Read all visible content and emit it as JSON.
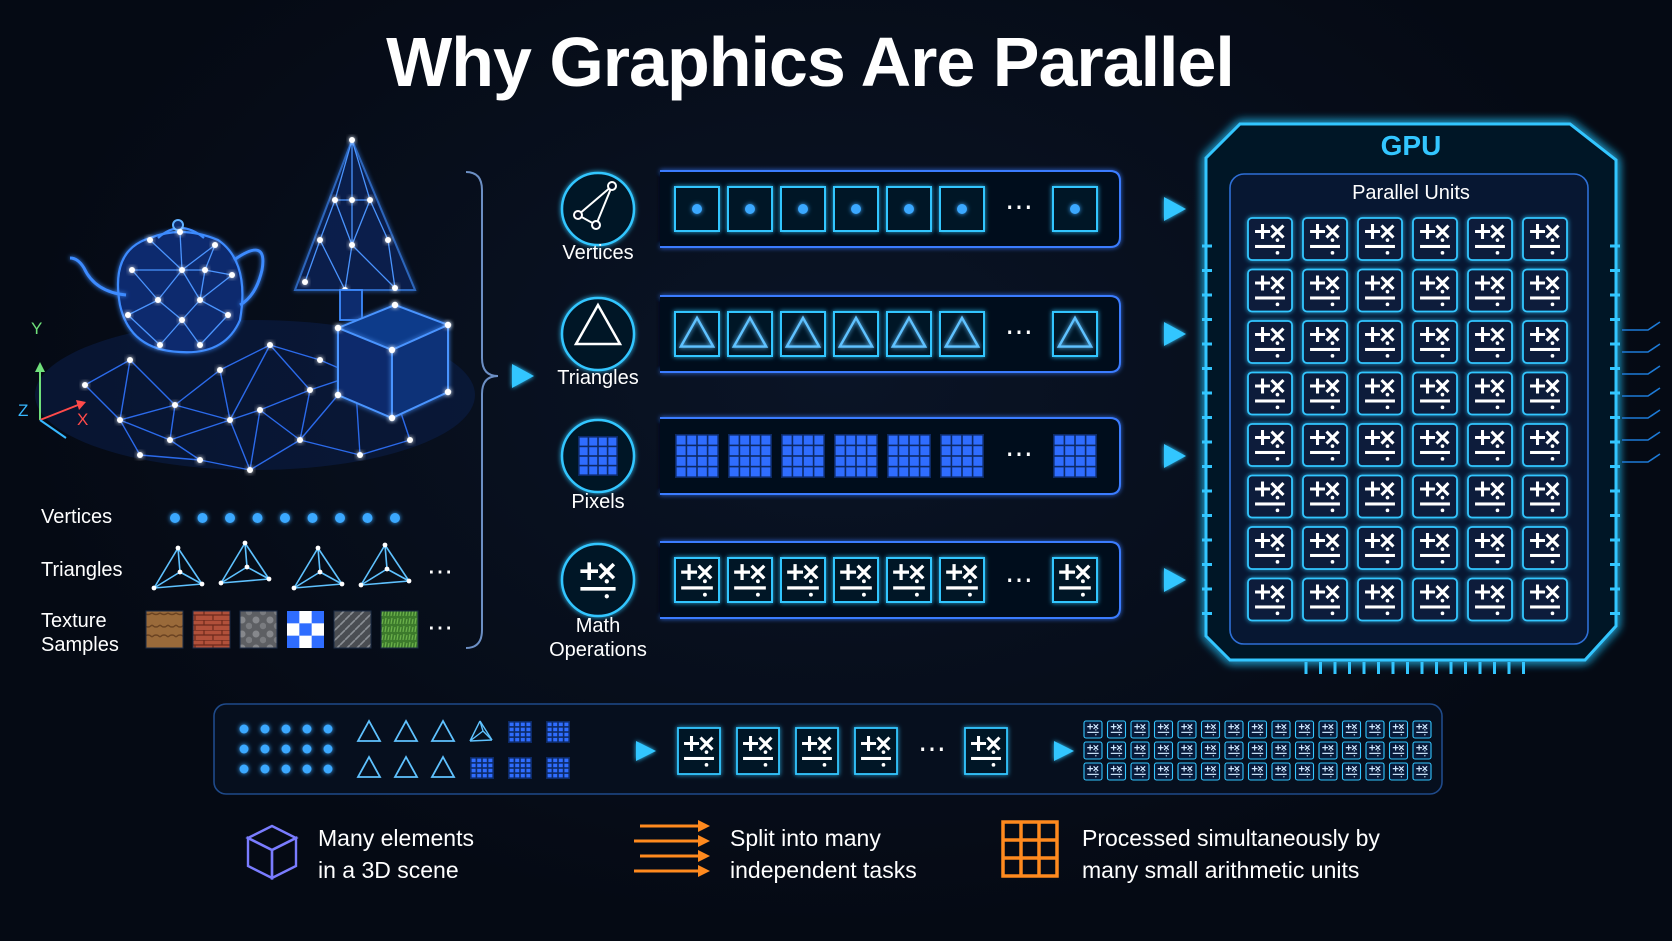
{
  "title": "Why Graphics Are Parallel",
  "scene": {
    "axis_labels": {
      "y": "Y",
      "z": "Z",
      "x": "X"
    },
    "rows": {
      "vertices": "Vertices",
      "triangles": "Triangles",
      "texture_line1": "Texture",
      "texture_line2": "Samples"
    },
    "ellipsis": "⋯"
  },
  "streams": [
    {
      "id": "vertices",
      "label_line1": "Vertices",
      "label_line2": ""
    },
    {
      "id": "triangles",
      "label_line1": "Triangles",
      "label_line2": ""
    },
    {
      "id": "pixels",
      "label_line1": "Pixels",
      "label_line2": ""
    },
    {
      "id": "math",
      "label_line1": "Math",
      "label_line2": "Operations"
    }
  ],
  "ellipsis": "⋯",
  "gpu": {
    "title": "GPU",
    "subtitle": "Parallel Units",
    "unit_symbols": {
      "top": "+ ×",
      "bottom": "− ÷"
    },
    "grid_rows": 8,
    "grid_cols": 6
  },
  "legend": [
    {
      "icon": "cube-icon",
      "line1": "Many elements",
      "line2": "in a 3D scene"
    },
    {
      "icon": "split-arrows-icon",
      "line1": "Split into many",
      "line2": "independent tasks"
    },
    {
      "icon": "grid-icon",
      "line1": "Processed simultaneously by",
      "line2": "many small arithmetic units"
    }
  ],
  "colors": {
    "accent": "#33c6ff",
    "line_blue": "#3a7cff",
    "pixel_blue": "#2f6dff",
    "orange": "#ff8a1e",
    "background": "#050a14"
  }
}
